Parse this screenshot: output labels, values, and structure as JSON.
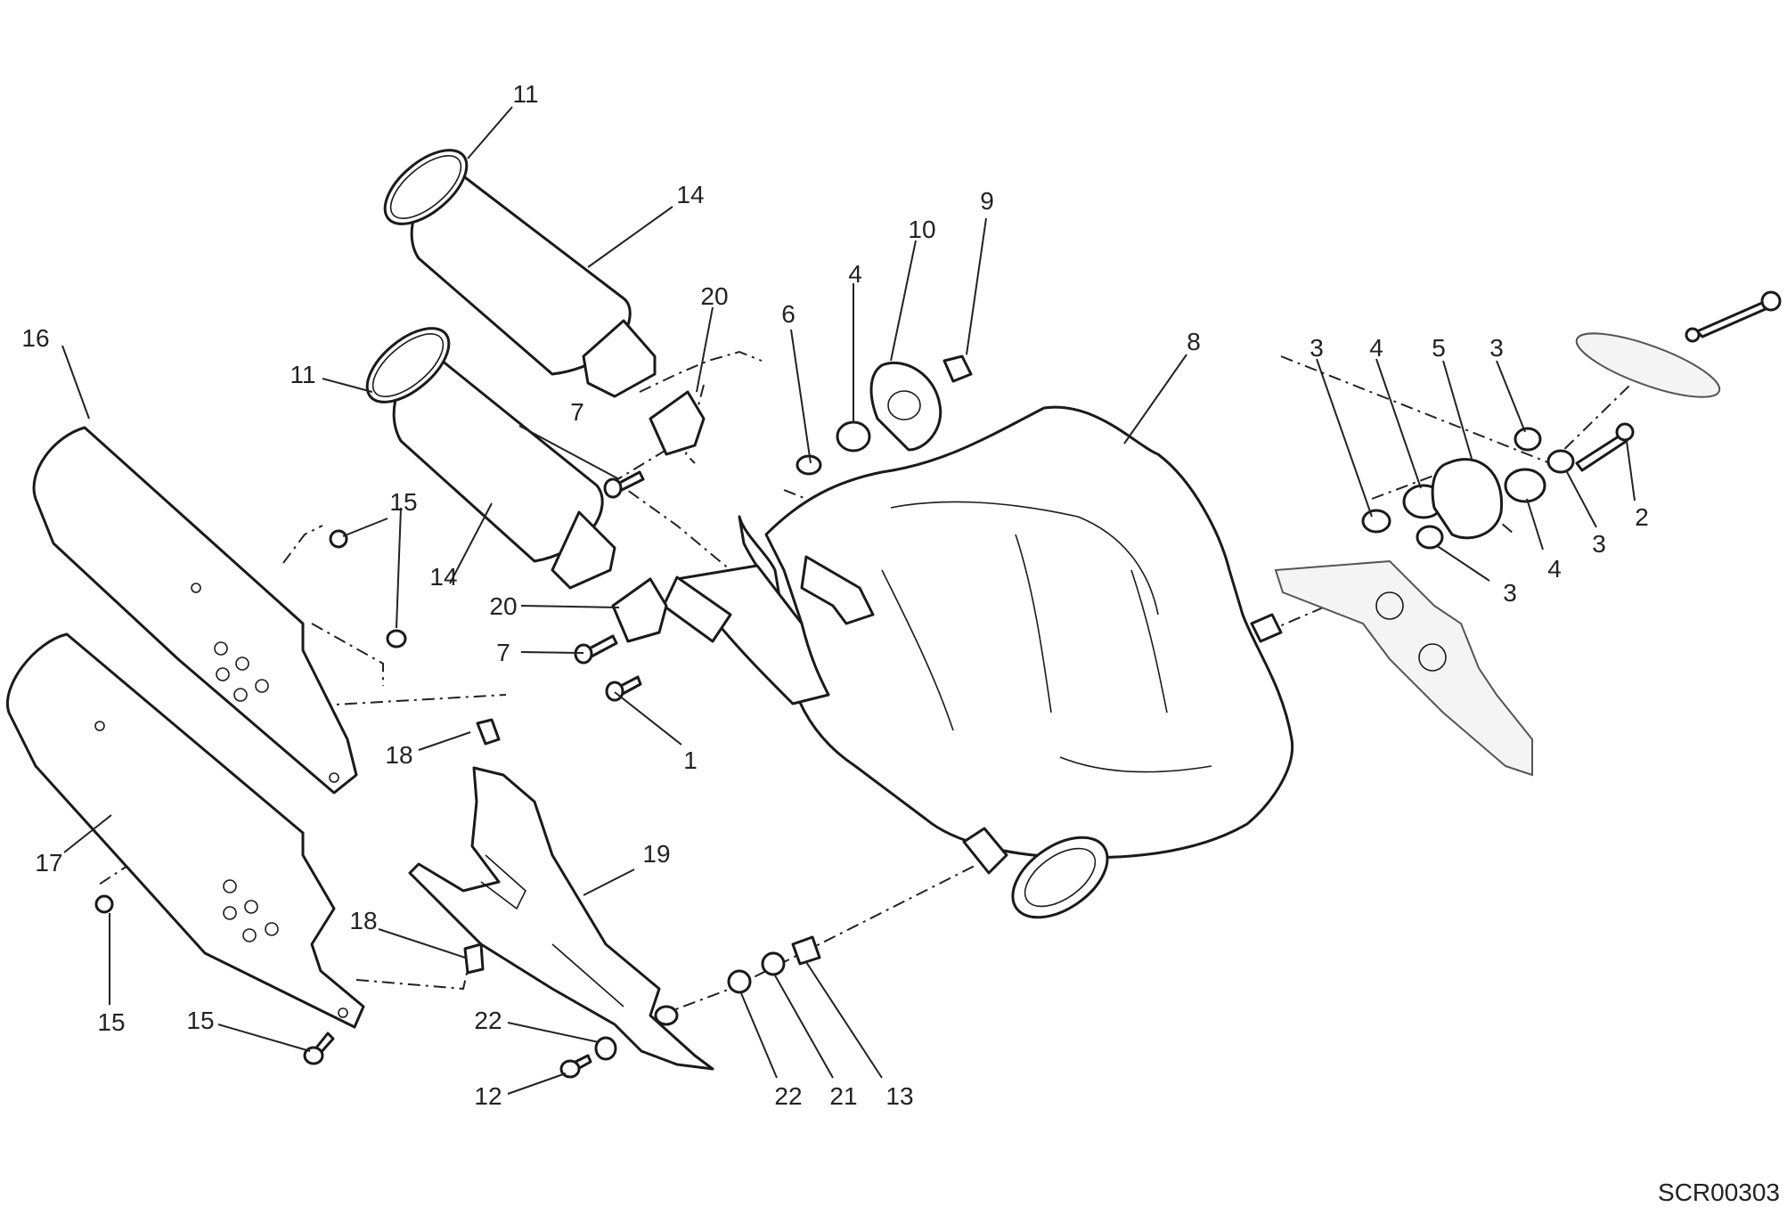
{
  "diagram": {
    "drawing_code": "SCR00303",
    "callouts": {
      "c11a": "11",
      "c14a": "14",
      "c11b": "11",
      "c14b": "14",
      "c16": "16",
      "c15a": "15",
      "c20a": "20",
      "c7a": "7",
      "c20b": "20",
      "c7b": "7",
      "c1": "1",
      "c6": "6",
      "c4a": "4",
      "c10": "10",
      "c9": "9",
      "c8": "8",
      "c3a": "3",
      "c4b": "4",
      "c5": "5",
      "c3b": "3",
      "c2": "2",
      "c3c": "3",
      "c4c": "4",
      "c3d": "3",
      "c18a": "18",
      "c19": "19",
      "c17": "17",
      "c18b": "18",
      "c15b": "15",
      "c15c": "15",
      "c22a": "22",
      "c12": "12",
      "c22b": "22",
      "c21": "21",
      "c13": "13"
    }
  }
}
